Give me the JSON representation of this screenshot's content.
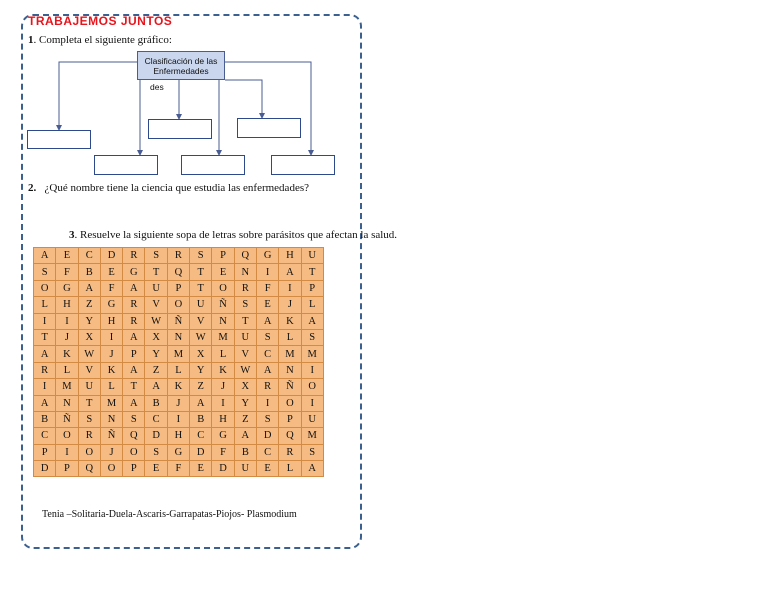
{
  "title": "TRABAJEMOS JUNTOS",
  "question1": {
    "number": "1",
    "text": ". Completa el siguiente gráfico:"
  },
  "diagram": {
    "root_label": "Clasificación de las Enfermedades",
    "stub_text": "des"
  },
  "question2": {
    "number": "2.",
    "text": "¿Qué nombre tiene la ciencia que estudia las enfermedades?"
  },
  "question3": {
    "number": "3",
    "text": ". Resuelve la siguiente sopa de letras sobre parásitos que afectan la salud."
  },
  "word_search": [
    [
      "A",
      "E",
      "C",
      "D",
      "R",
      "S",
      "R",
      "S",
      "P",
      "Q",
      "G",
      "H",
      "U"
    ],
    [
      "S",
      "F",
      "B",
      "E",
      "G",
      "T",
      "Q",
      "T",
      "E",
      "N",
      "I",
      "A",
      "T"
    ],
    [
      "O",
      "G",
      "A",
      "F",
      "A",
      "U",
      "P",
      "T",
      "O",
      "R",
      "F",
      "I",
      "P"
    ],
    [
      "L",
      "H",
      "Z",
      "G",
      "R",
      "V",
      "O",
      "U",
      "Ñ",
      "S",
      "E",
      "J",
      "L"
    ],
    [
      "I",
      "I",
      "Y",
      "H",
      "R",
      "W",
      "Ñ",
      "V",
      "N",
      "T",
      "A",
      "K",
      "A"
    ],
    [
      "T",
      "J",
      "X",
      "I",
      "A",
      "X",
      "N",
      "W",
      "M",
      "U",
      "S",
      "L",
      "S"
    ],
    [
      "A",
      "K",
      "W",
      "J",
      "P",
      "Y",
      "M",
      "X",
      "L",
      "V",
      "C",
      "M",
      "M"
    ],
    [
      "R",
      "L",
      "V",
      "K",
      "A",
      "Z",
      "L",
      "Y",
      "K",
      "W",
      "A",
      "N",
      "I"
    ],
    [
      "I",
      "M",
      "U",
      "L",
      "T",
      "A",
      "K",
      "Z",
      "J",
      "X",
      "R",
      "Ñ",
      "O"
    ],
    [
      "A",
      "N",
      "T",
      "M",
      "A",
      "B",
      "J",
      "A",
      "I",
      "Y",
      "I",
      "O",
      "I"
    ],
    [
      "B",
      "Ñ",
      "S",
      "N",
      "S",
      "C",
      "I",
      "B",
      "H",
      "Z",
      "S",
      "P",
      "U"
    ],
    [
      "C",
      "O",
      "R",
      "Ñ",
      "Q",
      "D",
      "H",
      "C",
      "G",
      "A",
      "D",
      "Q",
      "M"
    ],
    [
      "P",
      "I",
      "O",
      "J",
      "O",
      "S",
      "G",
      "D",
      "F",
      "B",
      "C",
      "R",
      "S"
    ],
    [
      "D",
      "P",
      "Q",
      "O",
      "P",
      "E",
      "F",
      "E",
      "D",
      "U",
      "E",
      "L",
      "A"
    ]
  ],
  "word_list": "Tenia –Solitaria-Duela-Ascaris-Garrapatas-Piojos- Plasmodium"
}
